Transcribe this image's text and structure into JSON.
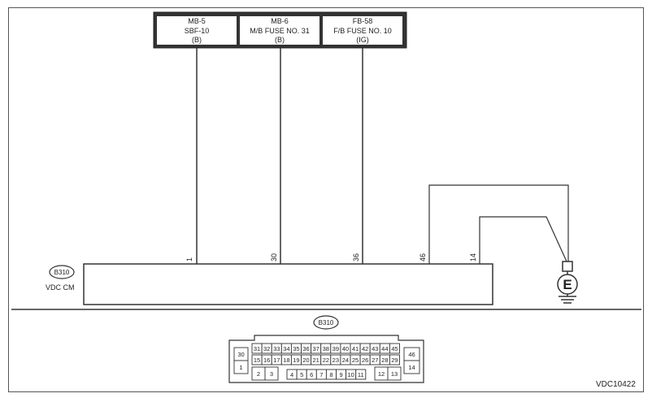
{
  "fuse_boxes": [
    {
      "line1": "MB-5",
      "line2": "SBF-10",
      "line3": "(B)"
    },
    {
      "line1": "MB-6",
      "line2": "M/B FUSE NO. 31",
      "line3": "(B)"
    },
    {
      "line1": "FB-58",
      "line2": "F/B FUSE NO. 10",
      "line3": "(IG)"
    }
  ],
  "module": {
    "connector_label": "B310",
    "name": "VDC CM"
  },
  "pins": [
    "1",
    "30",
    "36",
    "46",
    "14"
  ],
  "ground_symbol": "E",
  "connector": {
    "label": "B310",
    "top_row": [
      "31",
      "32",
      "33",
      "34",
      "35",
      "36",
      "37",
      "38",
      "39",
      "40",
      "41",
      "42",
      "43",
      "44",
      "45"
    ],
    "mid_row": [
      "15",
      "16",
      "17",
      "18",
      "19",
      "20",
      "21",
      "22",
      "23",
      "24",
      "25",
      "26",
      "27",
      "28",
      "29"
    ],
    "bottom_row": [
      "4",
      "5",
      "6",
      "7",
      "8",
      "9",
      "10",
      "11"
    ],
    "left_stack": [
      "30",
      "1"
    ],
    "left_pair": [
      "2",
      "3"
    ],
    "right_pair": [
      "12",
      "13"
    ],
    "right_stack": [
      "46",
      "14"
    ]
  },
  "diagram_code": "VDC10422"
}
